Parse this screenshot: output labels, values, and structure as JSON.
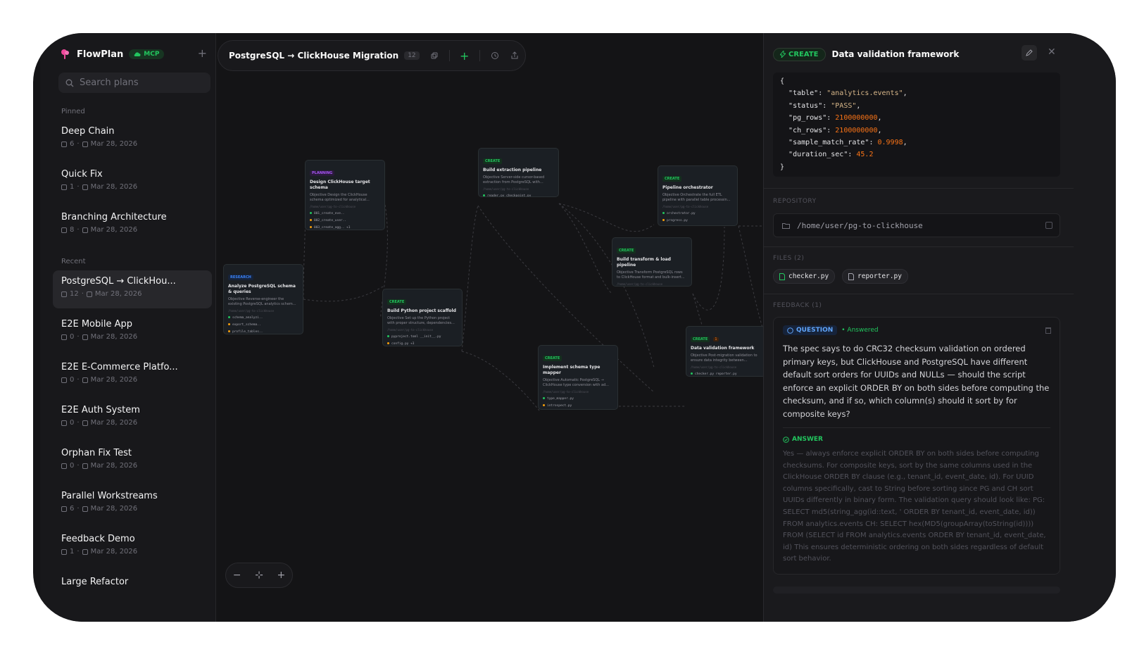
{
  "app": {
    "name": "FlowPlan",
    "mcp_label": "MCP"
  },
  "sidebar": {
    "search_placeholder": "Search plans",
    "pinned_label": "Pinned",
    "recent_label": "Recent",
    "pinned": [
      {
        "title": "Deep Chain",
        "count": "6",
        "date": "Mar 28, 2026"
      },
      {
        "title": "Quick Fix",
        "count": "1",
        "date": "Mar 28, 2026"
      },
      {
        "title": "Branching Architecture",
        "count": "8",
        "date": "Mar 28, 2026"
      }
    ],
    "recent": [
      {
        "title": "PostgreSQL → ClickHou...",
        "count": "12",
        "date": "Mar 28, 2026",
        "active": true
      },
      {
        "title": "E2E Mobile App",
        "count": "0",
        "date": "Mar 28, 2026"
      },
      {
        "title": "E2E E-Commerce Platfo...",
        "count": "0",
        "date": "Mar 28, 2026"
      },
      {
        "title": "E2E Auth System",
        "count": "0",
        "date": "Mar 28, 2026"
      },
      {
        "title": "Orphan Fix Test",
        "count": "0",
        "date": "Mar 28, 2026"
      },
      {
        "title": "Parallel Workstreams",
        "count": "6",
        "date": "Mar 28, 2026"
      },
      {
        "title": "Feedback Demo",
        "count": "1",
        "date": "Mar 28, 2026"
      },
      {
        "title": "Large Refactor",
        "count": "",
        "date": ""
      }
    ]
  },
  "canvas": {
    "title": "PostgreSQL → ClickHouse Migration",
    "count": "12",
    "zoom_out": "−",
    "fit": "⊹",
    "zoom_in": "+",
    "nodes": [
      {
        "tag": "PLANNING",
        "kind": "planning",
        "title": "Design ClickHouse target schema",
        "desc": "Objective Design the ClickHouse schema optimized for analytical...",
        "path": "/home/user/pg-to-clickhouse",
        "files": [
          "001_create_eve..",
          "002_create_user..",
          "003_create_agg.. +1"
        ]
      },
      {
        "tag": "CREATE",
        "kind": "create",
        "title": "Build extraction pipeline",
        "desc": "Objective Server-side cursor-based extraction from PostgreSQL with...",
        "path": "/home/user/pg-to-clickhouse",
        "files": [
          "reader.py  checkpoint.py"
        ]
      },
      {
        "tag": "CREATE",
        "kind": "create",
        "title": "Pipeline orchestrator",
        "desc": "Objective Orchestrate the full ETL pipeline with parallel table processin...",
        "path": "/home/user/pg-to-clickhouse",
        "files": [
          "orchestrator.py",
          "progress.py"
        ]
      },
      {
        "tag": "RESEARCH",
        "kind": "research",
        "title": "Analyze PostgreSQL schema & queries",
        "desc": "Objective Reverse-engineer the existing PostgreSQL analytics schem...",
        "path": "/home/user/pg-to-clickhouse",
        "files": [
          "schema_analyzi..",
          "export_schema..",
          "profile_tables.."
        ]
      },
      {
        "tag": "CREATE",
        "kind": "create",
        "title": "Build Python project scaffold",
        "desc": "Objective Set up the Python project with proper structure, dependencies...",
        "path": "/home/user/pg-to-clickhouse",
        "files": [
          "pyproject.toml  __init__.py",
          "config.py +3"
        ]
      },
      {
        "tag": "CREATE",
        "kind": "create",
        "title": "Build transform & load pipeline",
        "desc": "Objective Transform PostgreSQL rows to ClickHouse format and bulk-insert...",
        "path": "/home/user/pg-to-clickhouse",
        "files": [
          "converter.py  writer.py"
        ]
      },
      {
        "tag": "CREATE",
        "kind": "create",
        "title": "Implement schema type mapper",
        "desc": "Objective Automatic PostgreSQL → ClickHouse type conversion with ad...",
        "path": "/home/user/pg-to-clickhouse",
        "files": [
          "type_mapper.py",
          "introspect.py"
        ]
      },
      {
        "tag": "CREATE",
        "kind": "create",
        "badge": "1",
        "title": "Data validation framework",
        "desc": "Objective Post-migration validation to ensure data integrity between...",
        "path": "/home/user/pg-to-clickhouse",
        "files": [
          "checker.py  reporter.py"
        ]
      }
    ]
  },
  "panel": {
    "badge": "CREATE",
    "title": "Data validation framework",
    "code": {
      "table": "\"analytics.events\"",
      "status": "\"PASS\"",
      "pg_rows": "2100000000",
      "ch_rows": "2100000000",
      "sample_match_rate": "0.9998",
      "duration_sec": "45.2"
    },
    "repository_label": "REPOSITORY",
    "repository_path": "/home/user/pg-to-clickhouse",
    "files_label": "FILES (2)",
    "files": [
      "checker.py",
      "reporter.py"
    ],
    "feedback_label": "FEEDBACK (1)",
    "feedback": {
      "type": "QUESTION",
      "status": "• Answered",
      "question": "The spec says to do CRC32 checksum validation on ordered primary keys, but ClickHouse and PostgreSQL have different default sort orders for UUIDs and NULLs — should the script enforce an explicit ORDER BY on both sides before computing the checksum, and if so, which column(s) should it sort by for composite keys?",
      "answer_label": "ANSWER",
      "answer": "Yes — always enforce explicit ORDER BY on both sides before computing checksums. For composite keys, sort by the same columns used in the ClickHouse ORDER BY clause (e.g., tenant_id, event_date, id). For UUID columns specifically, cast to String before sorting since PG and CH sort UUIDs differently in binary form. The validation query should look like: PG: SELECT md5(string_agg(id::text, ' ORDER BY tenant_id, event_date, id)) FROM analytics.events CH: SELECT hex(MD5(groupArray(toString(id)))) FROM (SELECT id FROM analytics.events ORDER BY tenant_id, event_date, id) This ensures deterministic ordering on both sides regardless of default sort behavior."
    }
  },
  "colors": {
    "accent_green": "#22c55e",
    "planning_purple": "#a855f7",
    "research_blue": "#3b82f6",
    "background": "#141416"
  }
}
